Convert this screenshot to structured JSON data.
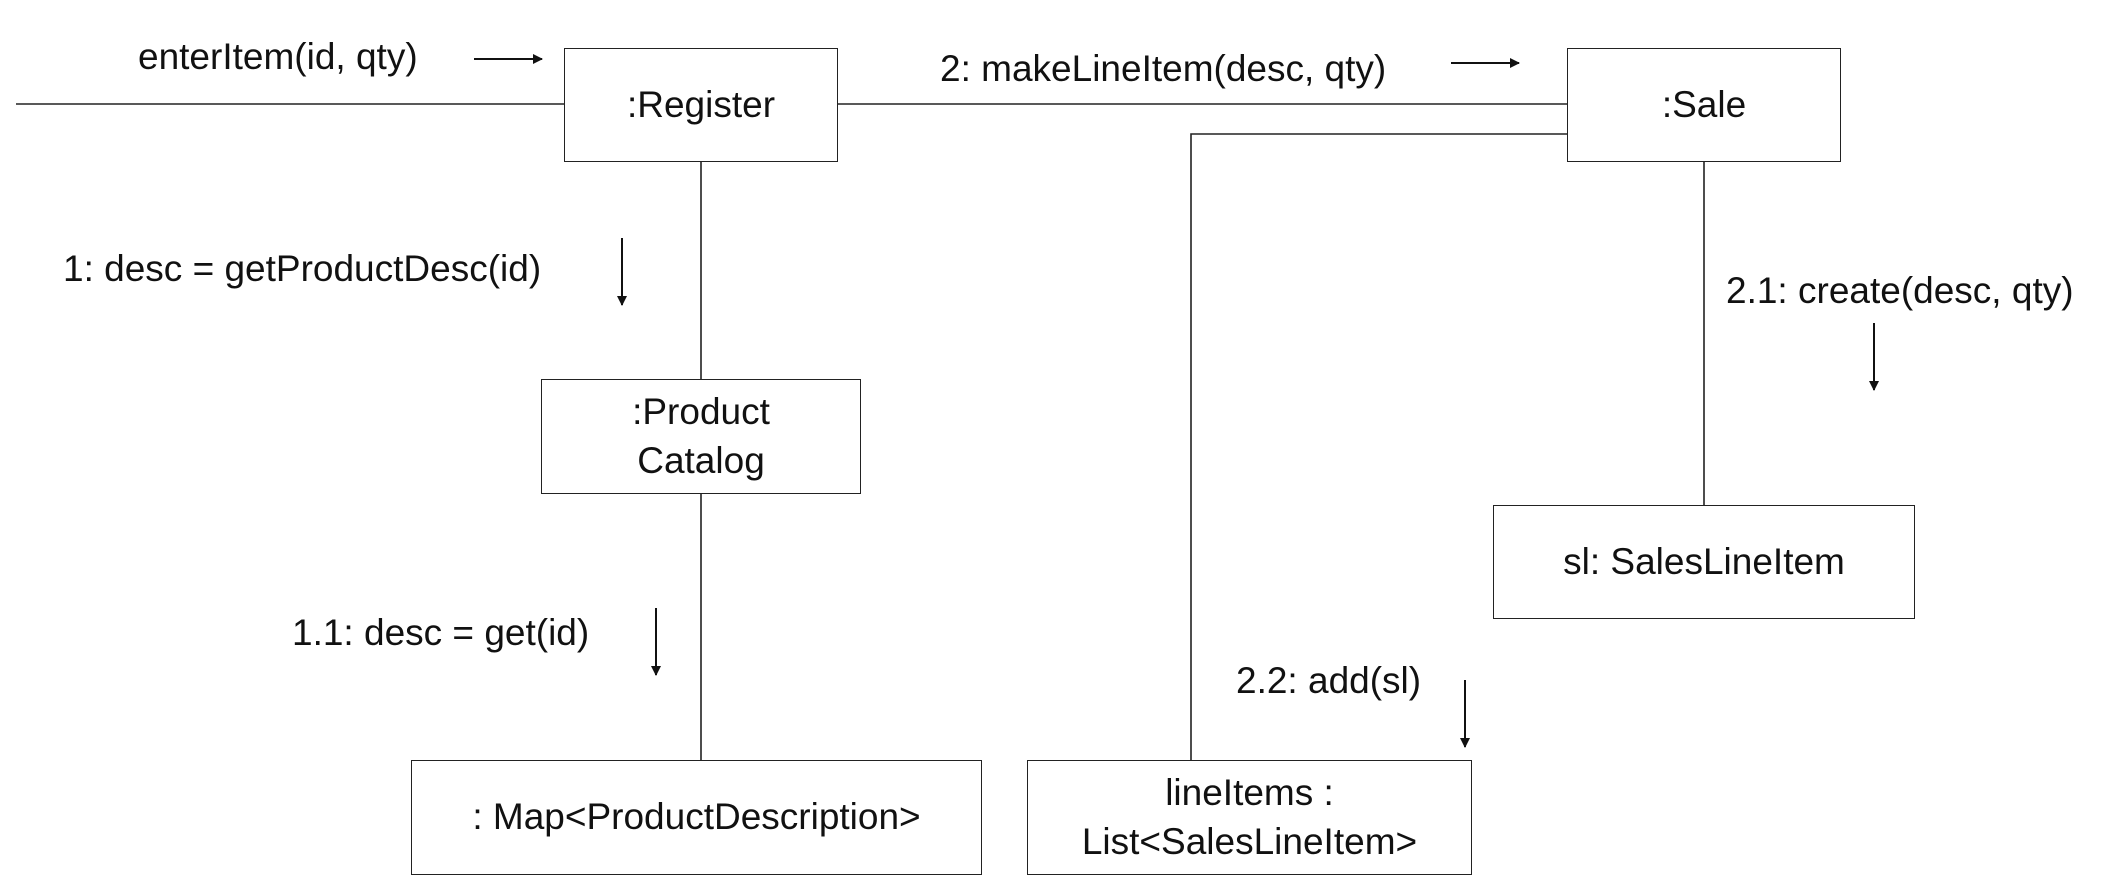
{
  "objects": {
    "register": ":Register",
    "sale": ":Sale",
    "product_catalog": [
      ":Product",
      "Catalog"
    ],
    "sales_line_item": "sl: SalesLineItem",
    "map": ": Map<ProductDescription>",
    "line_items": [
      "lineItems :",
      "List<SalesLineItem>"
    ]
  },
  "messages": {
    "enter_item": "enterItem(id, qty)",
    "make_line_item": "2: makeLineItem(desc, qty)",
    "get_product_desc": "1: desc = getProductDesc(id)",
    "create": "2.1: create(desc, qty)",
    "get": "1.1: desc = get(id)",
    "add": "2.2: add(sl)"
  },
  "arrows": {
    "enter_item": "right-arrow",
    "make_line_item": "right-arrow",
    "get_product_desc": "down-arrow",
    "create": "down-arrow",
    "get": "down-arrow",
    "add": "down-arrow"
  }
}
